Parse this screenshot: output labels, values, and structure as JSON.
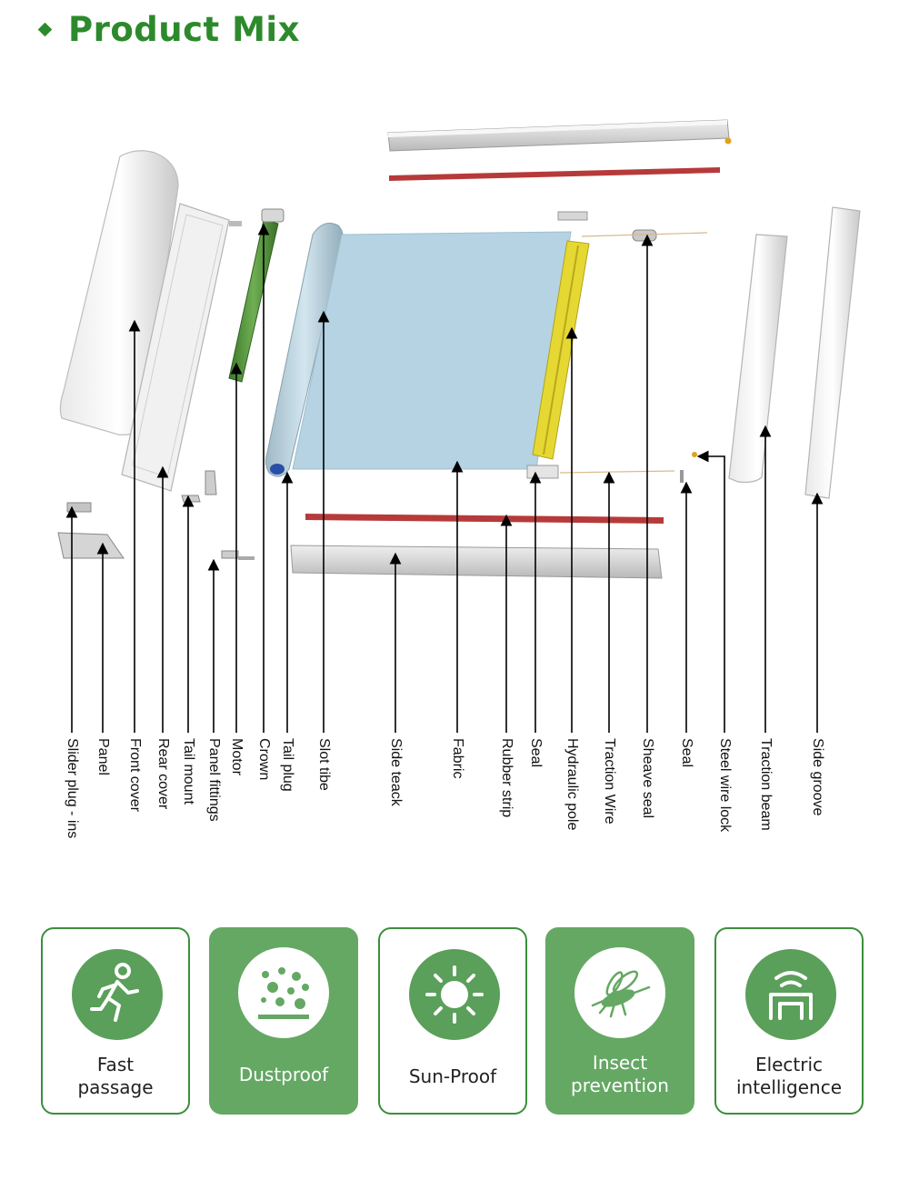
{
  "header": {
    "title": "Product Mix"
  },
  "diagram": {
    "parts": [
      "Slider plug - ins",
      "Panel",
      "Front cover",
      "Rear cover",
      "Tail mount",
      "Panel fittings",
      "Motor",
      "Crown",
      "Tail plug",
      "Slot tibe",
      "Side teack",
      "Fabric",
      "Rubber strip",
      "Seal",
      "Hydraulic pole",
      "Traction Wire",
      "Sheave seal",
      "Seal",
      "Steel wire lock",
      "Traction beam",
      "Side groove"
    ]
  },
  "features": [
    {
      "label": "Fast\npassage",
      "icon": "running-person-icon",
      "style": "outline"
    },
    {
      "label": "Dustproof",
      "icon": "dust-particles-icon",
      "style": "filled"
    },
    {
      "label": "Sun-Proof",
      "icon": "sun-icon",
      "style": "outline"
    },
    {
      "label": "Insect\nprevention",
      "icon": "mosquito-icon",
      "style": "filled"
    },
    {
      "label": "Electric\nintelligence",
      "icon": "smart-door-icon",
      "style": "outline"
    }
  ],
  "colors": {
    "brand_green": "#2c8a2c",
    "card_green": "#64a864",
    "fabric_blue": "#b5d3e2",
    "motor_green": "#4f8f3a",
    "hydraulic_yellow": "#e6d832",
    "rubber_red": "#b73a3a"
  }
}
